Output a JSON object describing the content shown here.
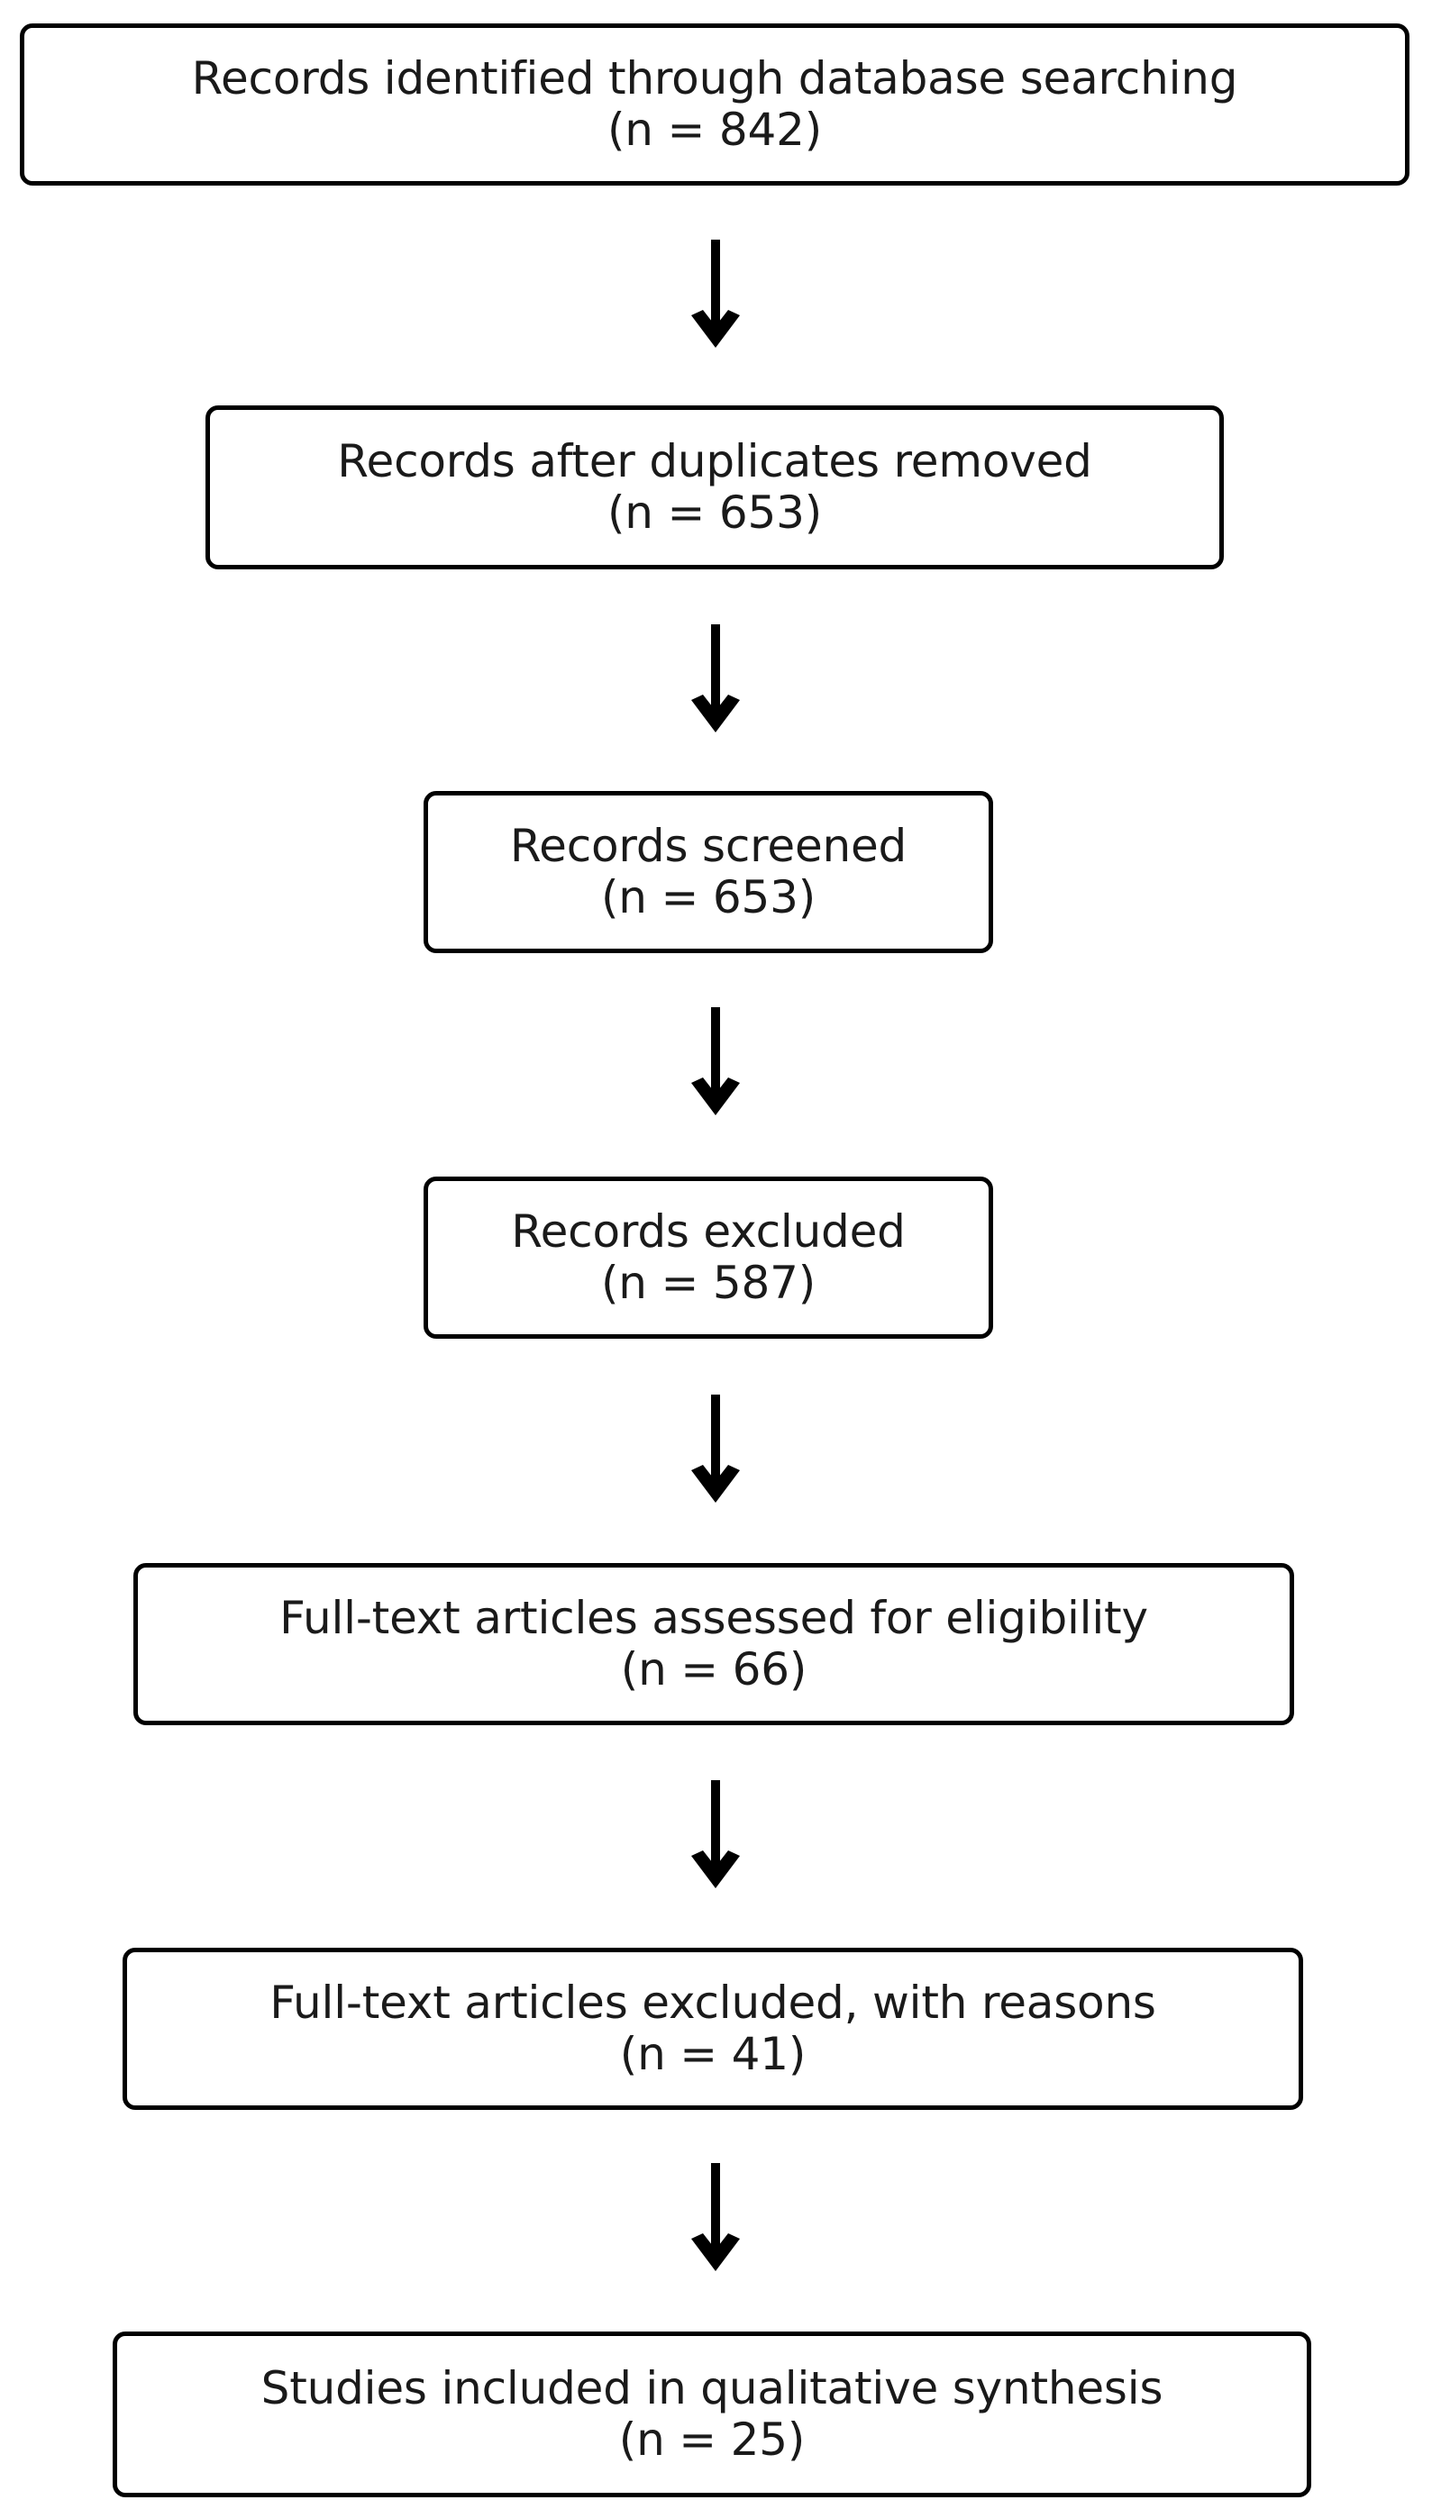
{
  "diagram": {
    "type": "prisma-flow-diagram",
    "title": "",
    "colors": {
      "box_border": "#000000",
      "box_fill": "#ffffff",
      "text": "#1a1a1a",
      "arrow": "#000000",
      "background": "#ffffff"
    },
    "nodes": [
      {
        "id": "identification",
        "line1": "Records identified through database searching",
        "line2": "(n = 842)",
        "count": 842
      },
      {
        "id": "duplicates-removed",
        "line1": "Records after duplicates removed",
        "line2": "(n = 653)",
        "count": 653
      },
      {
        "id": "records-screened",
        "line1": "Records screened",
        "line2": "(n = 653)",
        "count": 653
      },
      {
        "id": "records-excluded",
        "line1": "Records excluded",
        "line2": "(n = 587)",
        "count": 587
      },
      {
        "id": "fulltext-assessed",
        "line1": "Full-text articles assessed for eligibility",
        "line2": "(n = 66)",
        "count": 66
      },
      {
        "id": "fulltext-excluded",
        "line1": "Full-text articles excluded, with reasons",
        "line2": "(n = 41)",
        "count": 41
      },
      {
        "id": "studies-included",
        "line1": "Studies included in qualitative synthesis",
        "line2": "(n = 25)",
        "count": 25
      }
    ],
    "arrows": [
      {
        "id": "arrow-1",
        "from": "identification",
        "to": "duplicates-removed",
        "glyph": "down-arrow"
      },
      {
        "id": "arrow-2",
        "from": "duplicates-removed",
        "to": "records-screened",
        "glyph": "down-arrow"
      },
      {
        "id": "arrow-3",
        "from": "records-screened",
        "to": "records-excluded",
        "glyph": "down-arrow"
      },
      {
        "id": "arrow-4",
        "from": "records-excluded",
        "to": "fulltext-assessed",
        "glyph": "down-arrow"
      },
      {
        "id": "arrow-5",
        "from": "fulltext-assessed",
        "to": "fulltext-excluded",
        "glyph": "down-arrow"
      },
      {
        "id": "arrow-6",
        "from": "fulltext-excluded",
        "to": "studies-included",
        "glyph": "down-arrow"
      }
    ]
  }
}
